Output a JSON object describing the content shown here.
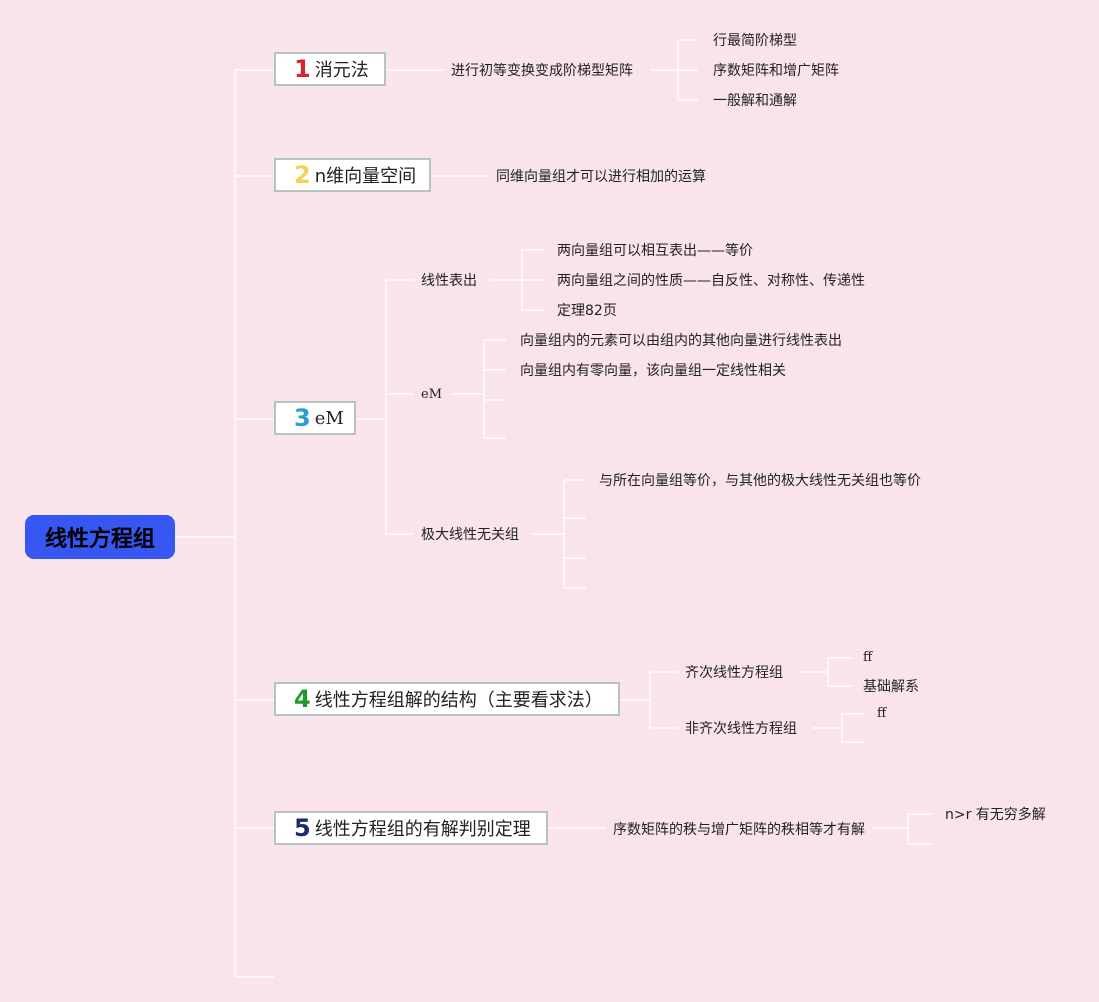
{
  "root": {
    "label": "线性方程组"
  },
  "branches": [
    {
      "number": "1",
      "number_color": "#d4252f",
      "label": "消元法",
      "child": "进行初等变换变成阶梯型矩阵",
      "leaves": [
        "行最简阶梯型",
        "序数矩阵和增广矩阵",
        "一般解和通解"
      ]
    },
    {
      "number": "2",
      "number_color": "#f1d35a",
      "label": "n维向量空间",
      "child": "同维向量组才可以进行相加的运算"
    },
    {
      "number": "3",
      "number_color": "#2a9ad8",
      "label": "eM",
      "subtopics": [
        {
          "label": "线性表出",
          "leaves": [
            "两向量组可以相互表出——等价",
            "两向量组之间的性质——自反性、对称性、传递性",
            "定理82页"
          ]
        },
        {
          "label": "eM",
          "leaves": [
            "向量组内的元素可以由组内的其他向量进行线性表出",
            "向量组内有零向量，该向量组一定线性相关"
          ]
        },
        {
          "label": "极大线性无关组",
          "leaves": [
            "与所在向量组等价，与其他的极大线性无关组也等价"
          ]
        }
      ]
    },
    {
      "number": "4",
      "number_color": "#1f9a2a",
      "label": "线性方程组解的结构（主要看求法）",
      "subtopics": [
        {
          "label": "齐次线性方程组",
          "leaves": [
            "ff",
            "基础解系"
          ]
        },
        {
          "label": "非齐次线性方程组",
          "leaves": [
            "ff"
          ]
        }
      ]
    },
    {
      "number": "5",
      "number_color": "#1b2a6b",
      "label": "线性方程组的有解判别定理",
      "child": "序数矩阵的秩与增广矩阵的秩相等才有解",
      "leaves": [
        "n>r 有无穷多解"
      ]
    }
  ]
}
